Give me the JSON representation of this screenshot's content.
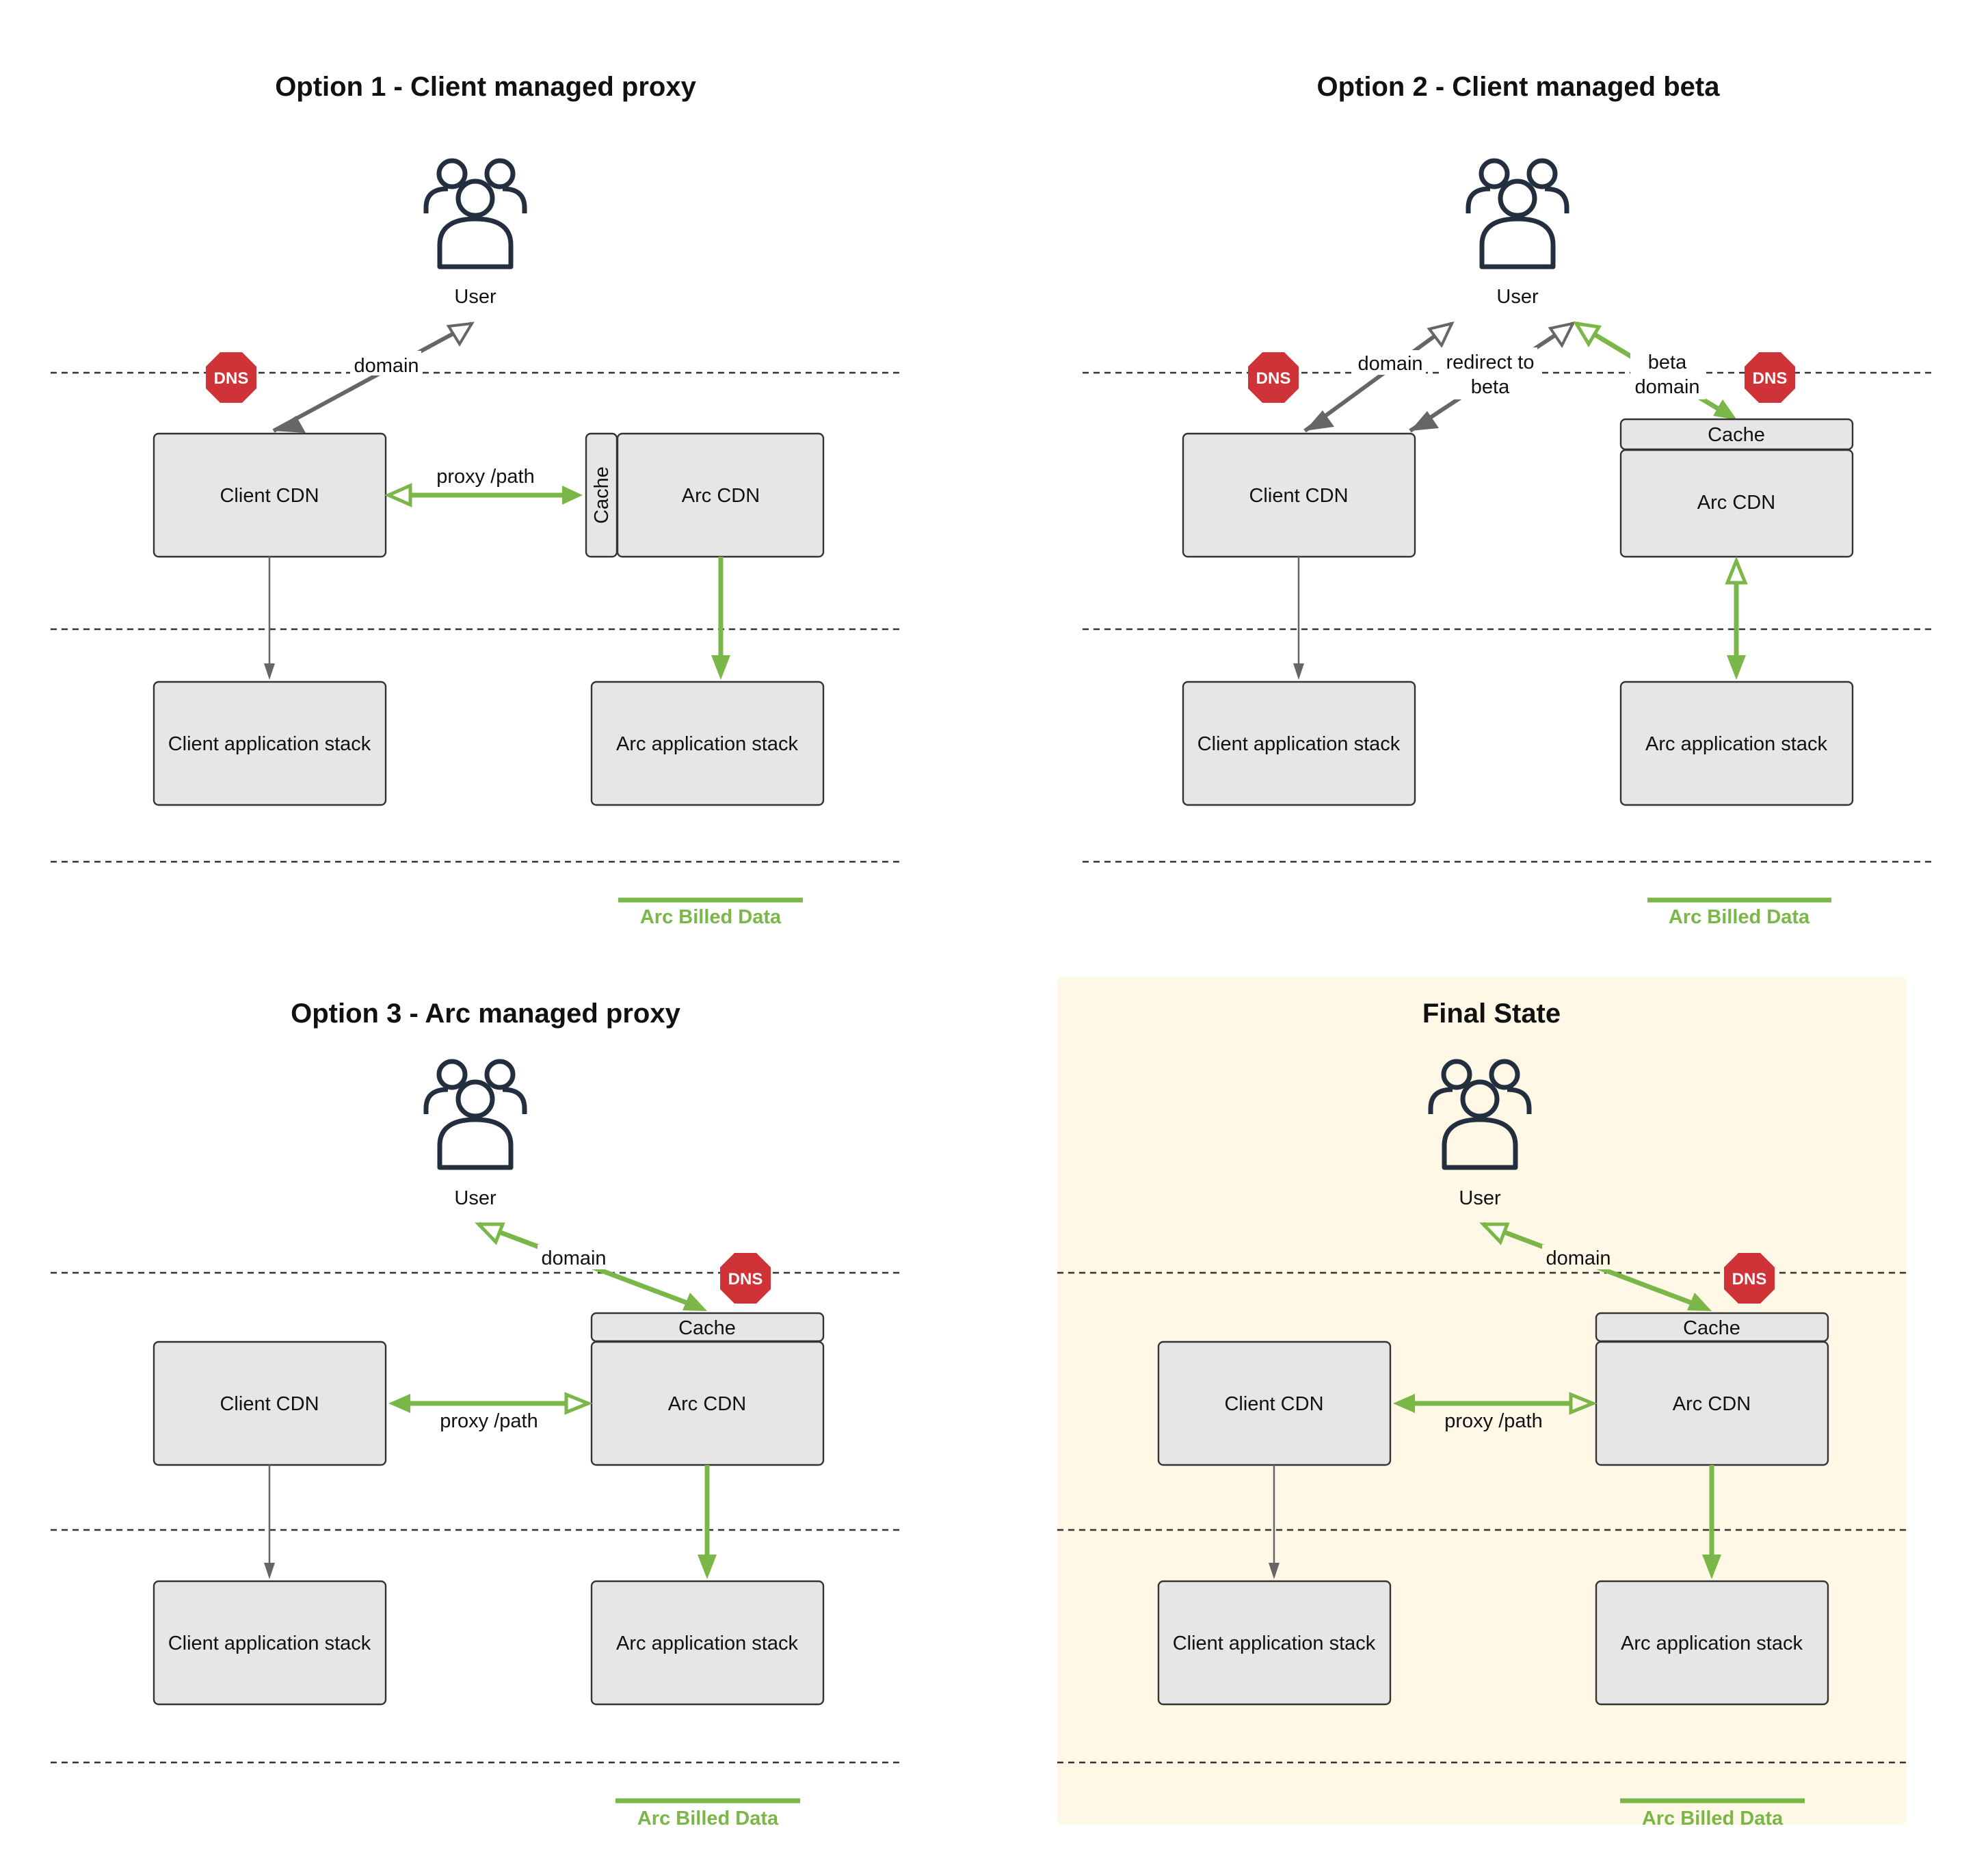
{
  "colors": {
    "billed_green": "#7ab648",
    "arrow_gray": "#666666",
    "dns_red": "#cf3338",
    "box_fill": "#e6e6e6",
    "final_bg": "#fff8e6",
    "icon_dark": "#232f3e"
  },
  "panels": [
    {
      "title": "Option 1 - Client managed proxy",
      "user_label": "User",
      "dns_badge": "DNS",
      "edge_labels": {
        "domain": "domain",
        "proxy": "proxy /path"
      },
      "boxes": {
        "client_cdn": "Client CDN",
        "arc_cdn": "Arc CDN",
        "cache": "Cache",
        "client_stack": "Client application stack",
        "arc_stack": "Arc application stack"
      },
      "legend": "Arc Billed Data"
    },
    {
      "title": "Option 2 - Client managed beta",
      "user_label": "User",
      "dns_badge": "DNS",
      "edge_labels": {
        "domain": "domain",
        "redirect_line1": "redirect to",
        "redirect_line2": "beta",
        "beta_line1": "beta",
        "beta_line2": "domain"
      },
      "boxes": {
        "client_cdn": "Client CDN",
        "arc_cdn": "Arc CDN",
        "cache": "Cache",
        "client_stack": "Client application stack",
        "arc_stack": "Arc application stack"
      },
      "legend": "Arc Billed Data"
    },
    {
      "title": "Option 3 - Arc managed proxy",
      "user_label": "User",
      "dns_badge": "DNS",
      "edge_labels": {
        "domain": "domain",
        "proxy": "proxy /path"
      },
      "boxes": {
        "client_cdn": "Client CDN",
        "arc_cdn": "Arc CDN",
        "cache": "Cache",
        "client_stack": "Client application stack",
        "arc_stack": "Arc application stack"
      },
      "legend": "Arc Billed Data"
    },
    {
      "title": "Final State",
      "user_label": "User",
      "dns_badge": "DNS",
      "edge_labels": {
        "domain": "domain",
        "proxy": "proxy /path"
      },
      "boxes": {
        "client_cdn": "Client CDN",
        "arc_cdn": "Arc CDN",
        "cache": "Cache",
        "client_stack": "Client application stack",
        "arc_stack": "Arc application stack"
      },
      "legend": "Arc Billed Data"
    }
  ]
}
